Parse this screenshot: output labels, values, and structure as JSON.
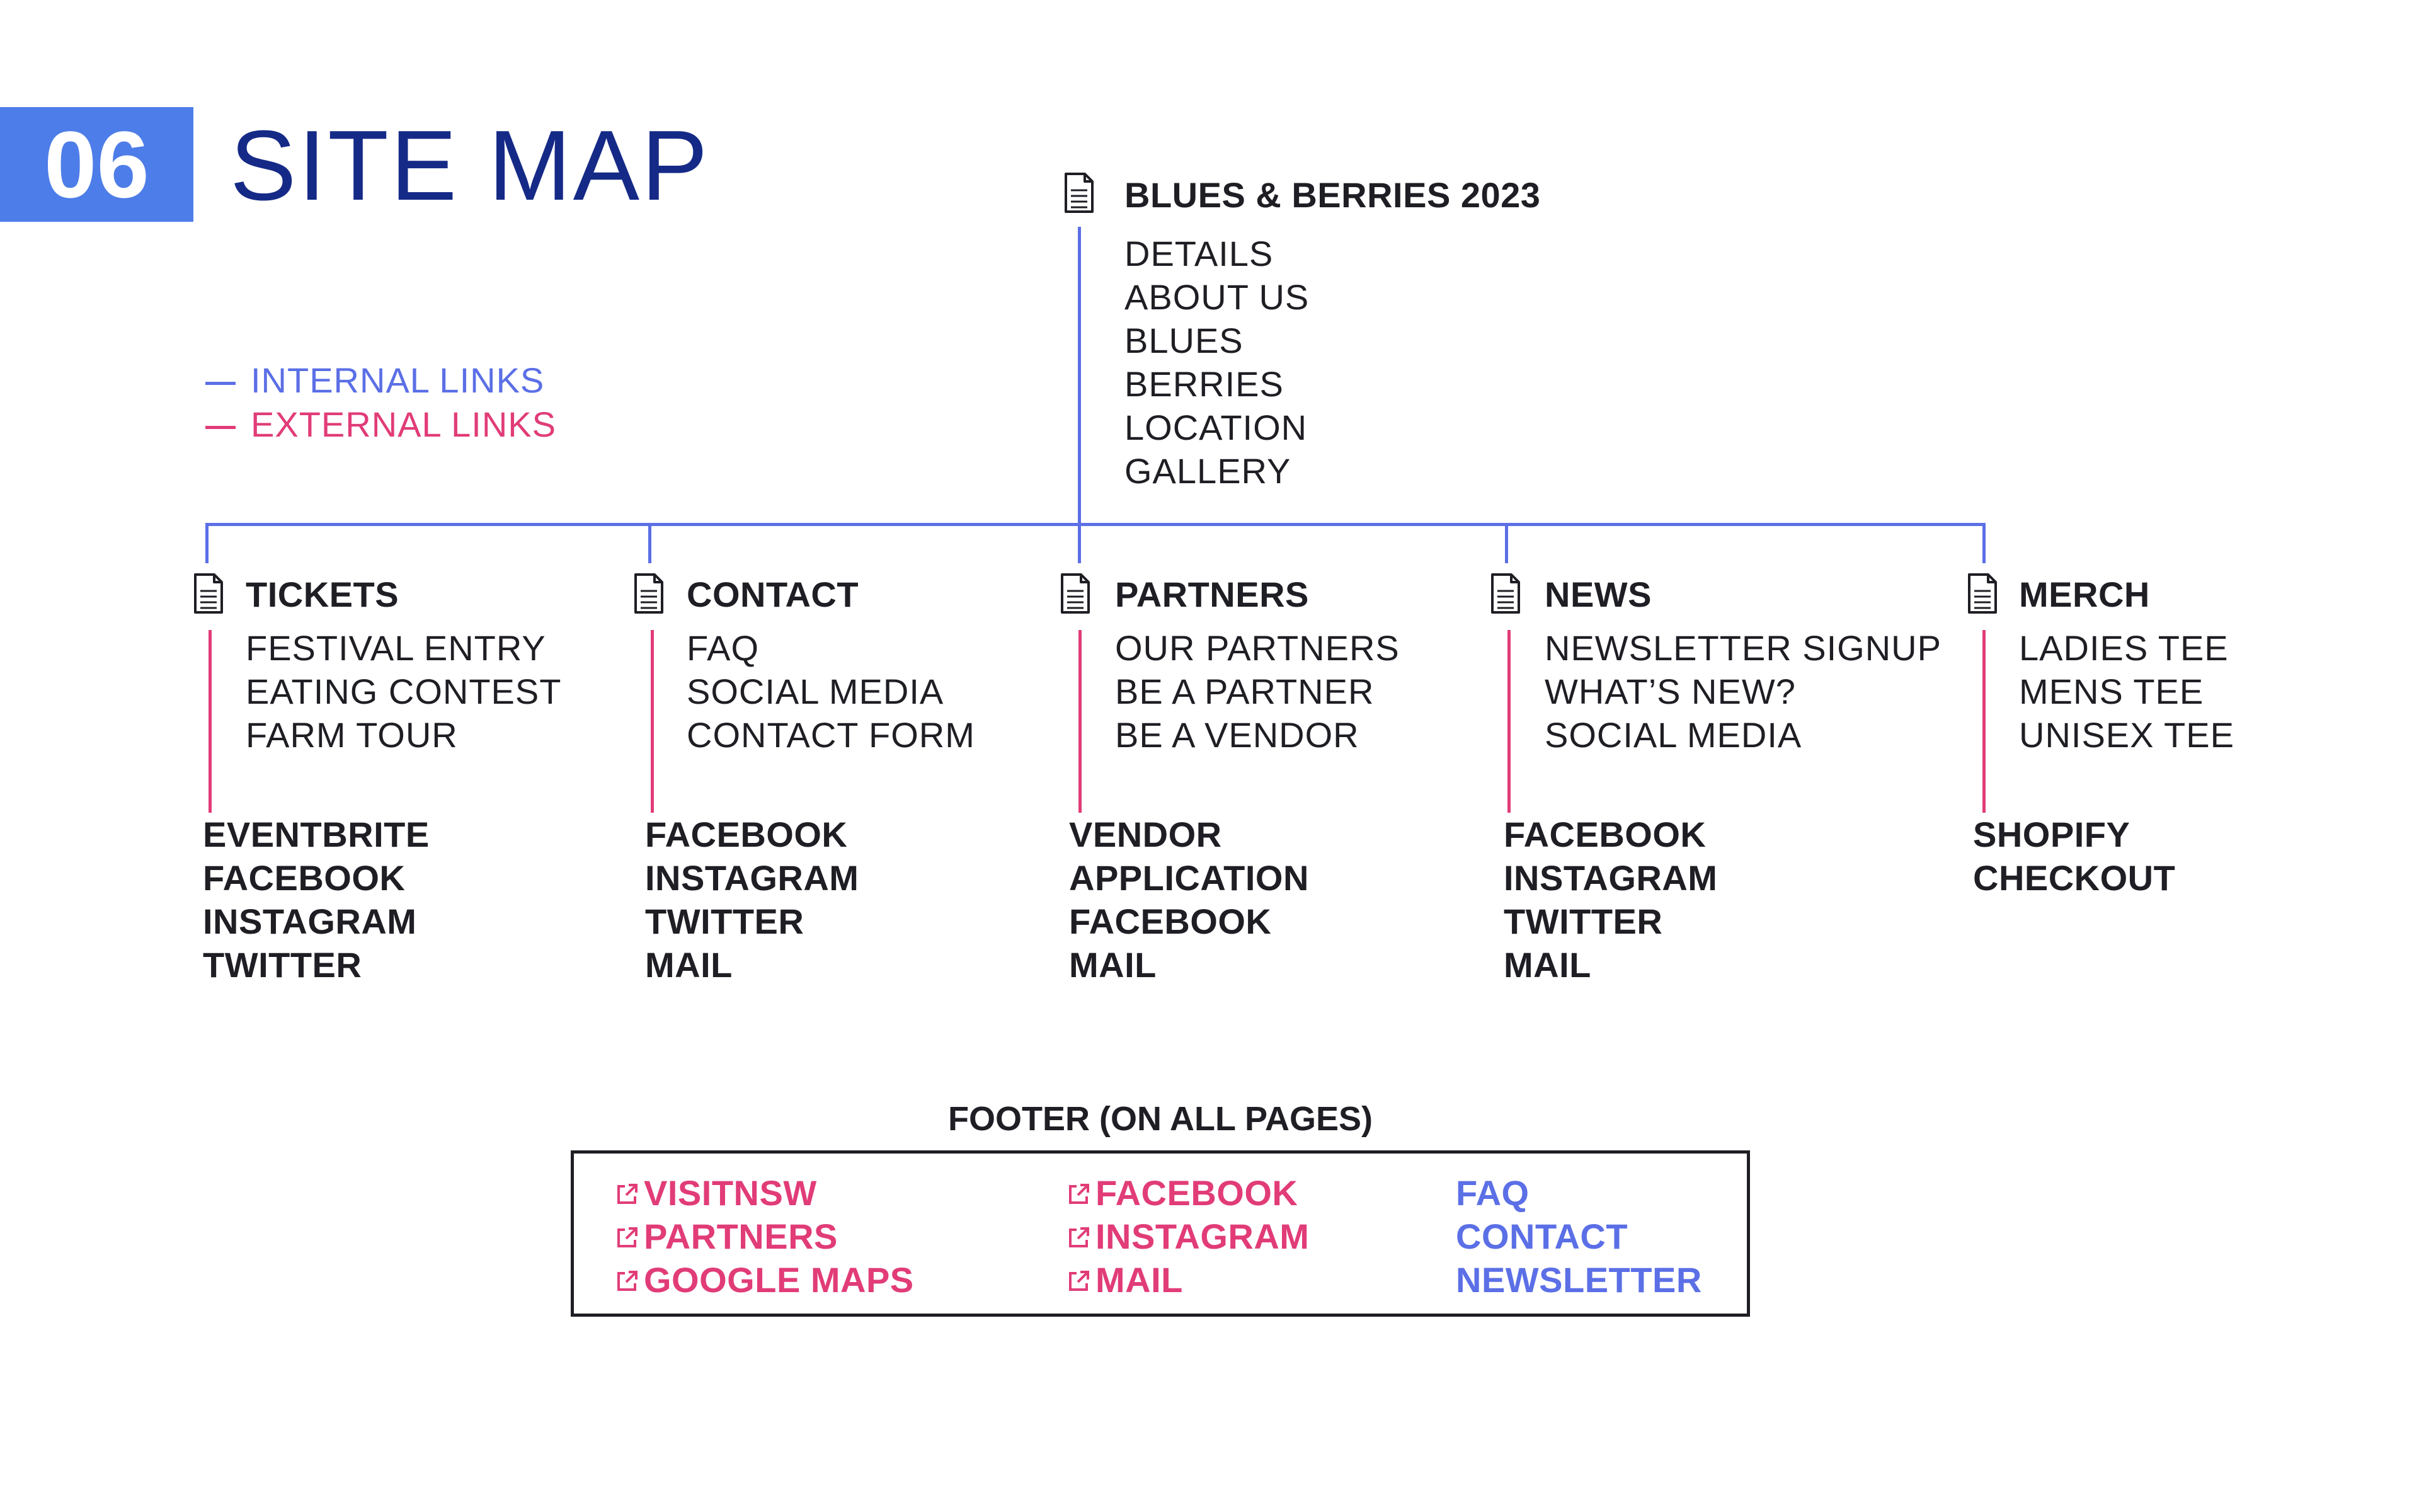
{
  "header": {
    "number": "06",
    "title": "SITE MAP"
  },
  "legend": {
    "internal": "INTERNAL LINKS",
    "external": "EXTERNAL LINKS",
    "internal_color": "#5b6fe6",
    "external_color": "#e13c78"
  },
  "root": {
    "title": "BLUES & BERRIES 2023",
    "sections": [
      "DETAILS",
      "ABOUT US",
      "BLUES",
      "BERRIES",
      "LOCATION",
      "GALLERY"
    ]
  },
  "pages": [
    {
      "title": "TICKETS",
      "sections": [
        "FESTIVAL ENTRY",
        "EATING CONTEST",
        "FARM TOUR"
      ],
      "external": [
        "EVENTBRITE",
        "FACEBOOK",
        "INSTAGRAM",
        "TWITTER"
      ]
    },
    {
      "title": "CONTACT",
      "sections": [
        "FAQ",
        "SOCIAL MEDIA",
        "CONTACT FORM"
      ],
      "external": [
        "FACEBOOK",
        "INSTAGRAM",
        "TWITTER",
        "MAIL"
      ]
    },
    {
      "title": "PARTNERS",
      "sections": [
        "OUR PARTNERS",
        "BE A PARTNER",
        "BE A VENDOR"
      ],
      "external": [
        "VENDOR",
        "APPLICATION",
        "FACEBOOK",
        "MAIL"
      ]
    },
    {
      "title": "NEWS",
      "sections": [
        "NEWSLETTER SIGNUP",
        "WHAT’S NEW?",
        "SOCIAL MEDIA"
      ],
      "external": [
        "FACEBOOK",
        "INSTAGRAM",
        "TWITTER",
        "MAIL"
      ]
    },
    {
      "title": "MERCH",
      "sections": [
        "LADIES TEE",
        "MENS TEE",
        "UNISEX TEE"
      ],
      "external": [
        "SHOPIFY",
        "CHECKOUT"
      ]
    }
  ],
  "footer": {
    "title": "FOOTER (ON ALL PAGES)",
    "external_col1": [
      "VISITNSW",
      "PARTNERS",
      "GOOGLE MAPS"
    ],
    "external_col2": [
      "FACEBOOK",
      "INSTAGRAM",
      "MAIL"
    ],
    "internal_col": [
      "FAQ",
      "CONTACT",
      "NEWSLETTER"
    ]
  },
  "icons": {
    "page": "document-icon",
    "external_link": "external-link-icon"
  }
}
